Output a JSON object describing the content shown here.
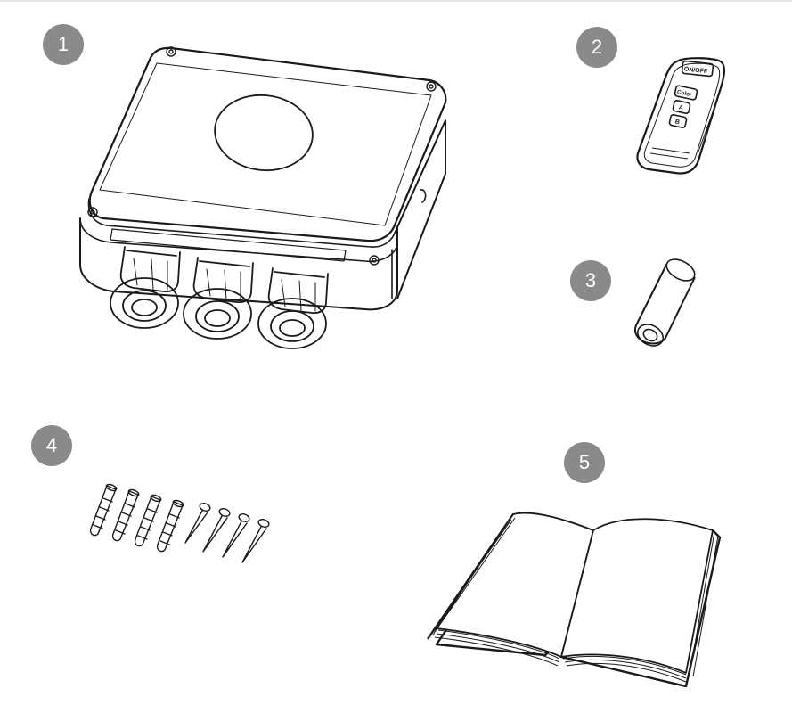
{
  "items": [
    {
      "number": "1"
    },
    {
      "number": "2"
    },
    {
      "number": "3"
    },
    {
      "number": "4"
    },
    {
      "number": "5"
    }
  ],
  "remote": {
    "power_label": "ON/OFF",
    "color_label": "Color",
    "a_label": "A",
    "b_label": "B"
  },
  "colors": {
    "badge": "#8a8a8a",
    "badge_text": "#ffffff",
    "line": "#1a1a1a"
  }
}
